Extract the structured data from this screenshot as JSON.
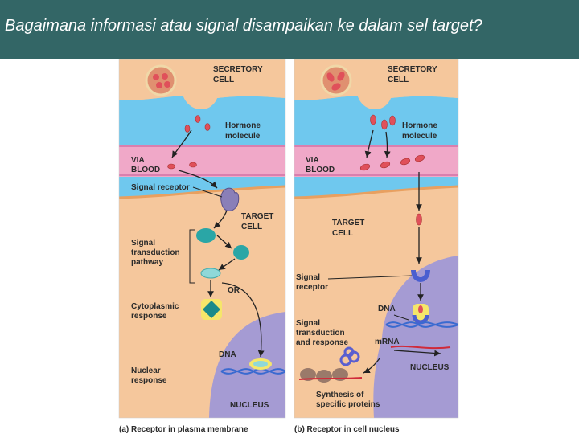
{
  "slide": {
    "title": "Bagaimana informasi atau signal disampaikan ke dalam sel target?"
  },
  "colors": {
    "header_bg": "#336666",
    "cell_orange": "#f5c79c",
    "blood_pink": "#f0a8c8",
    "fluid_blue": "#6fc8ee",
    "nucleus_purple": "#a59bd3",
    "hormone_red": "#e0505a"
  },
  "panel_a": {
    "secretory_cell": "SECRETORY\nCELL",
    "hormone_molecule": "Hormone\nmolecule",
    "via_blood": "VIA\nBLOOD",
    "signal_receptor": "Signal receptor",
    "target_cell": "TARGET\nCELL",
    "signal_transduction_pathway": "Signal\ntransduction\npathway",
    "or": "OR",
    "cytoplasmic_response": "Cytoplasmic\nresponse",
    "dna": "DNA",
    "nuclear_response": "Nuclear\nresponse",
    "nucleus": "NUCLEUS",
    "caption": "(a) Receptor in plasma membrane"
  },
  "panel_b": {
    "secretory_cell": "SECRETORY\nCELL",
    "hormone_molecule": "Hormone\nmolecule",
    "via_blood": "VIA\nBLOOD",
    "target_cell": "TARGET\nCELL",
    "signal_receptor": "Signal\nreceptor",
    "dna": "DNA",
    "signal_transduction_and_response": "Signal\ntransduction\nand response",
    "mrna": "mRNA",
    "nucleus": "NUCLEUS",
    "synthesis": "Synthesis of\nspecific proteins",
    "caption": "(b) Receptor in cell nucleus"
  }
}
